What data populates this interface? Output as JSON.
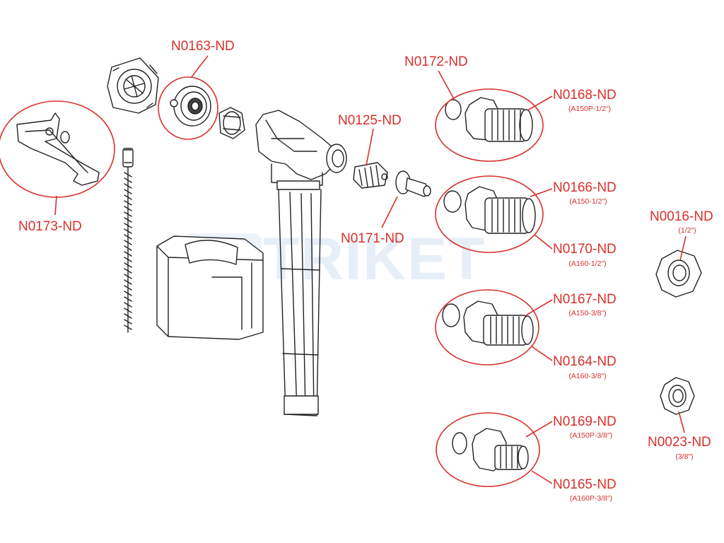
{
  "watermark": "TRIKET",
  "parts": [
    {
      "code": "N0163-ND"
    },
    {
      "code": "N0172-ND"
    },
    {
      "code": "N0168-ND",
      "spec": "(A150P-1/2\")"
    },
    {
      "code": "N0125-ND"
    },
    {
      "code": "N0173-ND"
    },
    {
      "code": "N0171-ND"
    },
    {
      "code": "N0166-ND",
      "spec": "(A150-1/2\")"
    },
    {
      "code": "N0016-ND",
      "spec": "(1/2\")"
    },
    {
      "code": "N0170-ND",
      "spec": "(A160-1/2\")"
    },
    {
      "code": "N0167-ND",
      "spec": "(A150-3/8\")"
    },
    {
      "code": "N0164-ND",
      "spec": "(A160-3/8\")"
    },
    {
      "code": "N0169-ND",
      "spec": "(A150P-3/8\")"
    },
    {
      "code": "N0023-ND",
      "spec": "(3/8\")"
    },
    {
      "code": "N0165-ND",
      "spec": "(A160P-3/8\")"
    }
  ],
  "colors": {
    "callout": "#d8302c",
    "outline": "#222222"
  }
}
